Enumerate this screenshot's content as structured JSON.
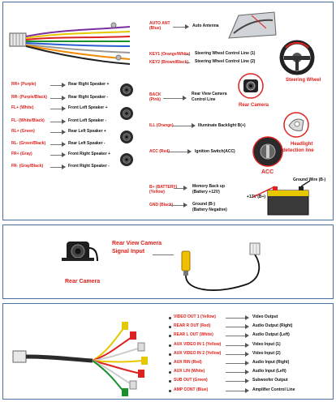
{
  "panel1": {
    "speakers": [
      {
        "code": "RR+ (Purple)",
        "label": "Rear Right Speaker +"
      },
      {
        "code": "RR- (Purple/Black)",
        "label": "Rear Right Speaker -"
      },
      {
        "code": "FL+ (White)",
        "label": "Front Left Speaker +"
      },
      {
        "code": "FL- (White/Black)",
        "label": "Front Left Speaker -"
      },
      {
        "code": "RL+ (Green)",
        "label": "Rear Left Speaker +"
      },
      {
        "code": "RL- (Green/Black)",
        "label": "Rear Left Speaker -"
      },
      {
        "code": "FR+ (Gray)",
        "label": "Front Right Speaker +"
      },
      {
        "code": "FR- (Gray/Black)",
        "label": "Front Right Speaker -"
      }
    ],
    "auto_ant": {
      "code": "AUTO ANT",
      "color": "(Blue)",
      "label": "Auto Antenna"
    },
    "key1": {
      "code": "KEY1 (Orange/White)",
      "label": "Steering Wheel Control Line (1)"
    },
    "key2": {
      "code": "KEY2 (Brown/Black)",
      "label": "Steering Wheel Control Line (2)"
    },
    "steering_caption": "Steering Wheel",
    "back": {
      "code": "BACK",
      "color": "(Pink)",
      "label1": "Rear View Camera",
      "label2": "Control Line"
    },
    "rear_camera_caption": "Rear Camera",
    "ill": {
      "code": "ILL (Orange)",
      "label": "Illuminate Backlight B(+)"
    },
    "headlight_caption1": "Headlight",
    "headlight_caption2": "detection line",
    "acc": {
      "code": "ACC (Red)",
      "label": "Ignition Switch(ACC)"
    },
    "acc_caption": "ACC",
    "battery": {
      "code": "B+ (BATTERY)",
      "color": "(Yellow)",
      "label1": "Memory Back up",
      "label2": "(Battery +12V)"
    },
    "gnd": {
      "code": "GND (Black)",
      "label1": "Ground (B-)",
      "label2": "(Battery Negative)"
    },
    "ground_wire": "Ground Wire (B-)",
    "plus12": "+12V (B+)"
  },
  "panel2": {
    "title1": "Rear View Camera",
    "title2": "Signal Input",
    "camera_caption": "Rear Camera"
  },
  "panel3": {
    "rows": [
      {
        "code": "VIDEO OUT 1 (Yellow)",
        "label": "Video Output"
      },
      {
        "code": "REAR R OUT (Red)",
        "label": "Audio Output (Right)"
      },
      {
        "code": "REAR L OUT (White)",
        "label": "Audio Output (Left)"
      },
      {
        "code": "AUX VIDEO IN 1 (Yellow)",
        "label": "Video Input (1)"
      },
      {
        "code": "AUX VIDEO IN 2 (Yellow)",
        "label": "Video Input (2)"
      },
      {
        "code": "AUX RIN (Red)",
        "label": "Audio Input (Right)"
      },
      {
        "code": "AUX LIN (White)",
        "label": "Audio Input (Left)"
      },
      {
        "code": "SUB OUT (Green)",
        "label": "Subwoofer Output"
      },
      {
        "code": "AMP CONT (Blue)",
        "label": "Amplifier Control Line"
      }
    ]
  },
  "colors": {
    "accent_red": "#e0201a",
    "panel_border": "#4a6fa5"
  },
  "icons": [
    "harness-connector-icon",
    "speaker-icon",
    "steering-wheel-icon",
    "camera-icon",
    "headlight-icon",
    "ignition-key-icon",
    "battery-icon",
    "rca-cable-icon",
    "dashboard-icon"
  ]
}
